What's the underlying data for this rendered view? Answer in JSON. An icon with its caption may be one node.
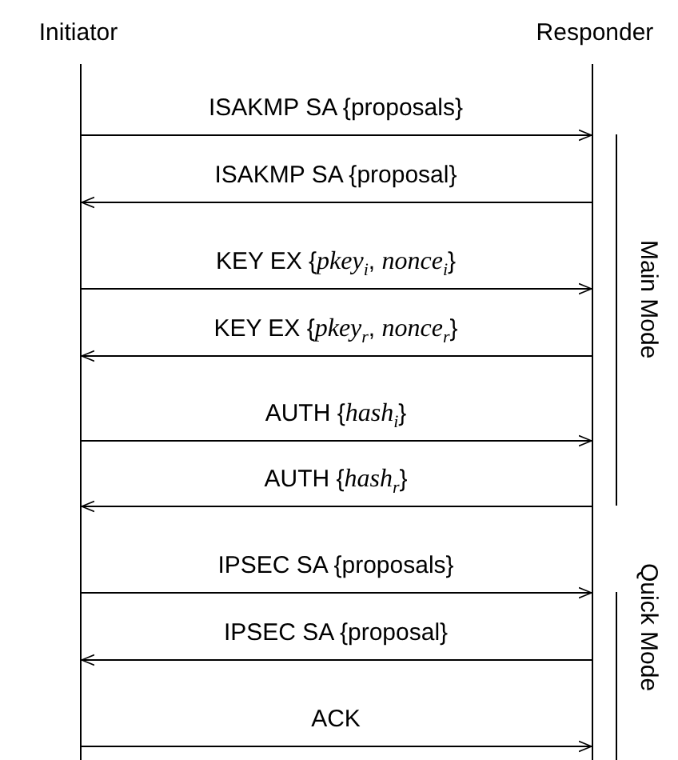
{
  "diagram": {
    "nodes": [
      {
        "text": [
          "Initiator"
        ]
      },
      {
        "text": [
          "Responder"
        ]
      },
      {
        "text": [],
        "shape": "bar"
      },
      {
        "text": [],
        "shape": "bar"
      }
    ],
    "edges": [
      {
        "from": 2,
        "to": 3,
        "arrow": "to",
        "label": "ISAKMP SA {proposals}"
      },
      {
        "from": 3,
        "to": 2,
        "arrow": "to",
        "label": "ISAKMP SA {proposal}"
      },
      {
        "from": 2,
        "to": 3,
        "arrow": "to",
        "label": "KEY EX {*pkey*$_{i}$, *nonce*$_{i}$}"
      },
      {
        "from": 3,
        "to": 2,
        "arrow": "to",
        "label": "KEY EX {*pkey*$_{r}$, *nonce*$_{r}$}"
      },
      {
        "from": 2,
        "to": 3,
        "arrow": "to",
        "label": "AUTH {*hash*$_{i}$}"
      },
      {
        "from": 3,
        "to": 2,
        "arrow": "to",
        "label": "AUTH {*hash*$_{r}$}"
      },
      {
        "from": 2,
        "to": 3,
        "arrow": "to",
        "label": "IPSEC SA {proposals}"
      },
      {
        "from": 3,
        "to": 2,
        "arrow": "to",
        "label": "IPSEC SA {proposal}"
      },
      {
        "from": 2,
        "to": 3,
        "arrow": "to",
        "label": "ACK"
      }
    ],
    "labels": [
      "Main Mode",
      "Quick Mode"
    ]
  }
}
